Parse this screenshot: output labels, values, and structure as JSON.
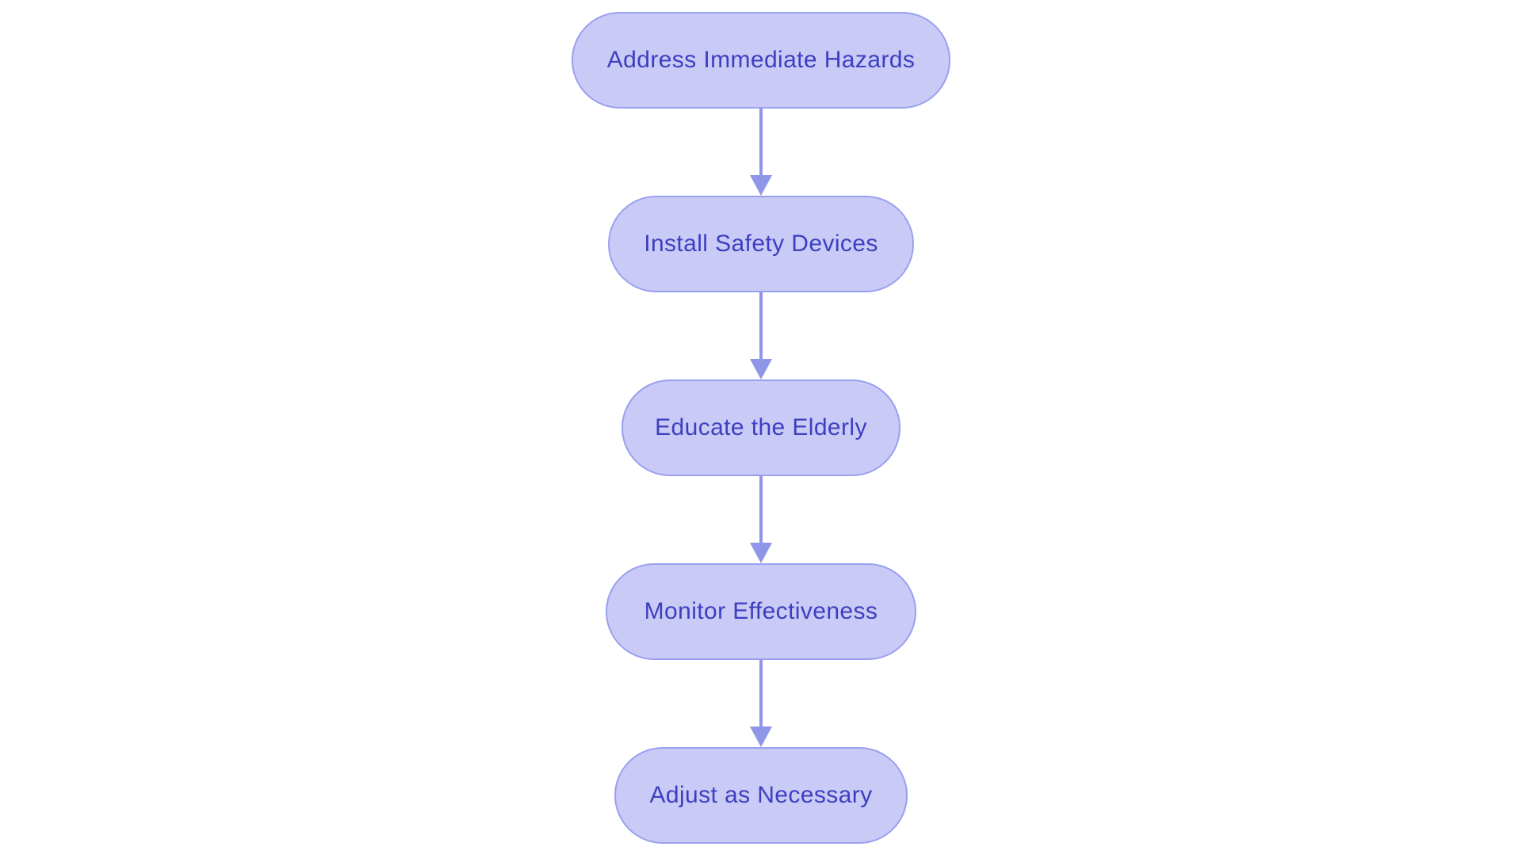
{
  "diagram": {
    "type": "flowchart",
    "direction": "top-down",
    "colors": {
      "node_fill": "#c9caf6",
      "node_border": "#9aa0f0",
      "node_text": "#3d3fc1",
      "arrow": "#8f96e8",
      "background": "#ffffff"
    },
    "nodes": [
      {
        "id": "step-1",
        "label": "Address Immediate Hazards"
      },
      {
        "id": "step-2",
        "label": "Install Safety Devices"
      },
      {
        "id": "step-3",
        "label": "Educate the Elderly"
      },
      {
        "id": "step-4",
        "label": "Monitor Effectiveness"
      },
      {
        "id": "step-5",
        "label": "Adjust as Necessary"
      }
    ],
    "edges": [
      {
        "from": "step-1",
        "to": "step-2"
      },
      {
        "from": "step-2",
        "to": "step-3"
      },
      {
        "from": "step-3",
        "to": "step-4"
      },
      {
        "from": "step-4",
        "to": "step-5"
      }
    ]
  }
}
